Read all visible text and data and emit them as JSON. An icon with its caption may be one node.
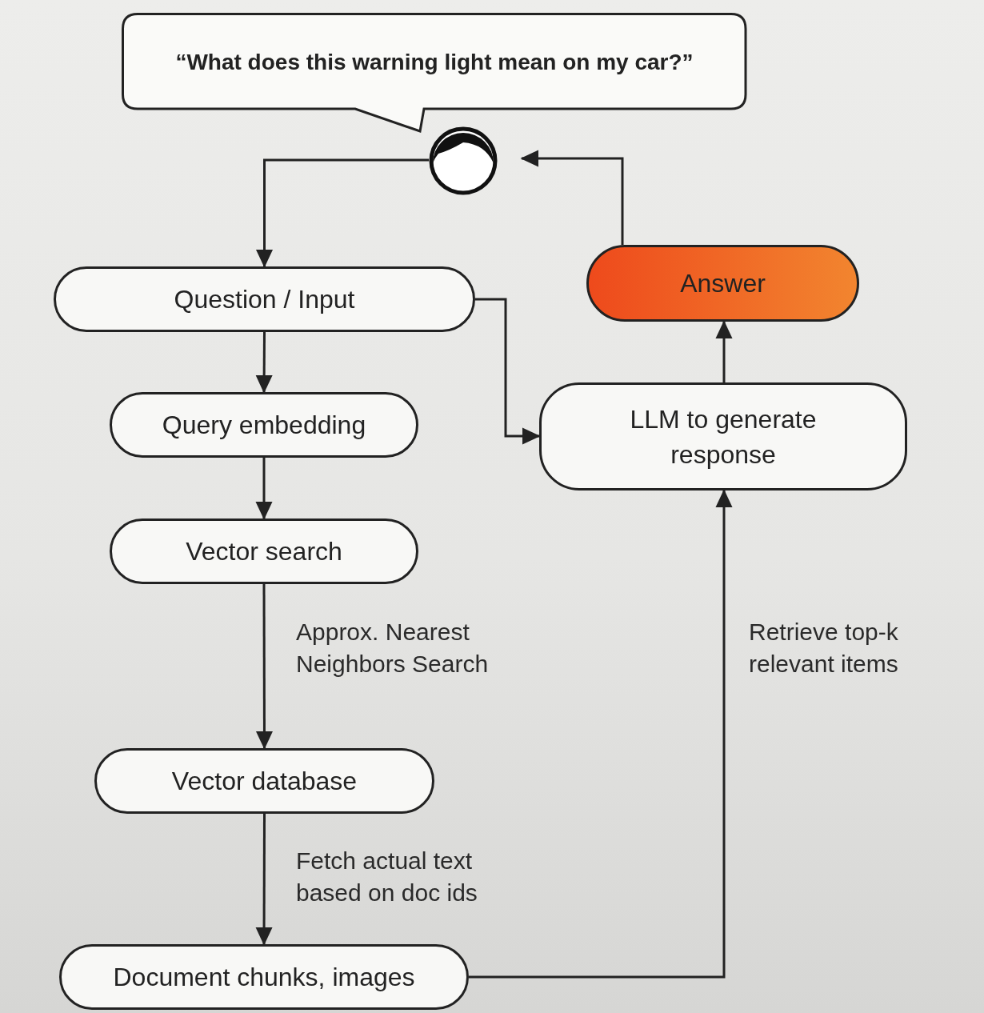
{
  "diagram": {
    "nodes": [
      {
        "text": [
          "“What does this warning light mean on my car?”"
        ]
      },
      {
        "text": [],
        "shape": "person"
      },
      {
        "text": [
          "Question / Input"
        ]
      },
      {
        "text": [
          "Answer"
        ]
      },
      {
        "text": [
          "Query embedding"
        ]
      },
      {
        "text": [
          "LLM to generate response"
        ]
      },
      {
        "text": [
          "Vector search"
        ]
      },
      {
        "text": [
          "Vector database"
        ]
      },
      {
        "text": [
          "Document chunks, images"
        ]
      }
    ],
    "edges": [
      {
        "from": 1,
        "to": 2,
        "arrow": "to"
      },
      {
        "from": 3,
        "to": 1,
        "arrow": "to"
      },
      {
        "from": 2,
        "to": 4,
        "arrow": "to"
      },
      {
        "from": 2,
        "to": 5,
        "arrow": "to"
      },
      {
        "from": 4,
        "to": 6,
        "arrow": "to"
      },
      {
        "from": 6,
        "to": 7,
        "arrow": "to",
        "label": "Approx. Nearest Neighbors Search"
      },
      {
        "from": 7,
        "to": 8,
        "arrow": "to",
        "label": "Fetch actual text based on doc ids"
      },
      {
        "from": 8,
        "to": 5,
        "arrow": "to",
        "label": "Retrieve top-k relevant items"
      },
      {
        "from": 5,
        "to": 3,
        "arrow": "to"
      }
    ]
  }
}
